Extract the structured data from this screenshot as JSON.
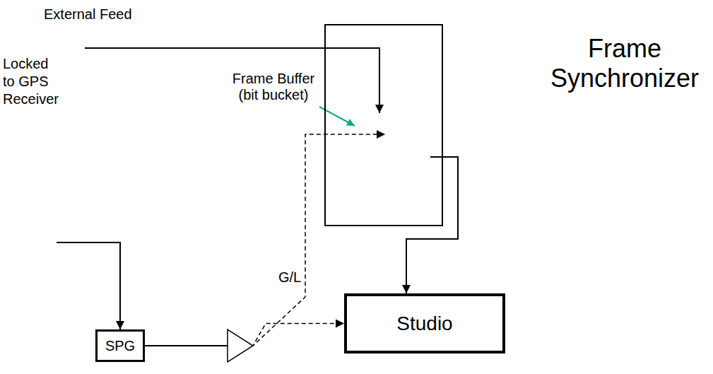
{
  "diagram": {
    "nodes": [
      {
        "text": [
          "Frame Synchronizer"
        ]
      },
      {
        "text": [
          "Frame Buffer (bit bucket)"
        ],
        "in": 0
      },
      {
        "text": [
          "SPG"
        ]
      },
      {
        "text": [
          "Studio"
        ]
      }
    ],
    "edges": [
      {
        "from": 1,
        "to": 3,
        "arrow": "to"
      },
      {
        "from": 2,
        "to": 1,
        "label": "G/L",
        "arrow": "to"
      },
      {
        "from": 2,
        "to": 3,
        "arrow": "to"
      }
    ],
    "labels": [
      "External Feed",
      "Locked to GPS Receiver"
    ]
  }
}
